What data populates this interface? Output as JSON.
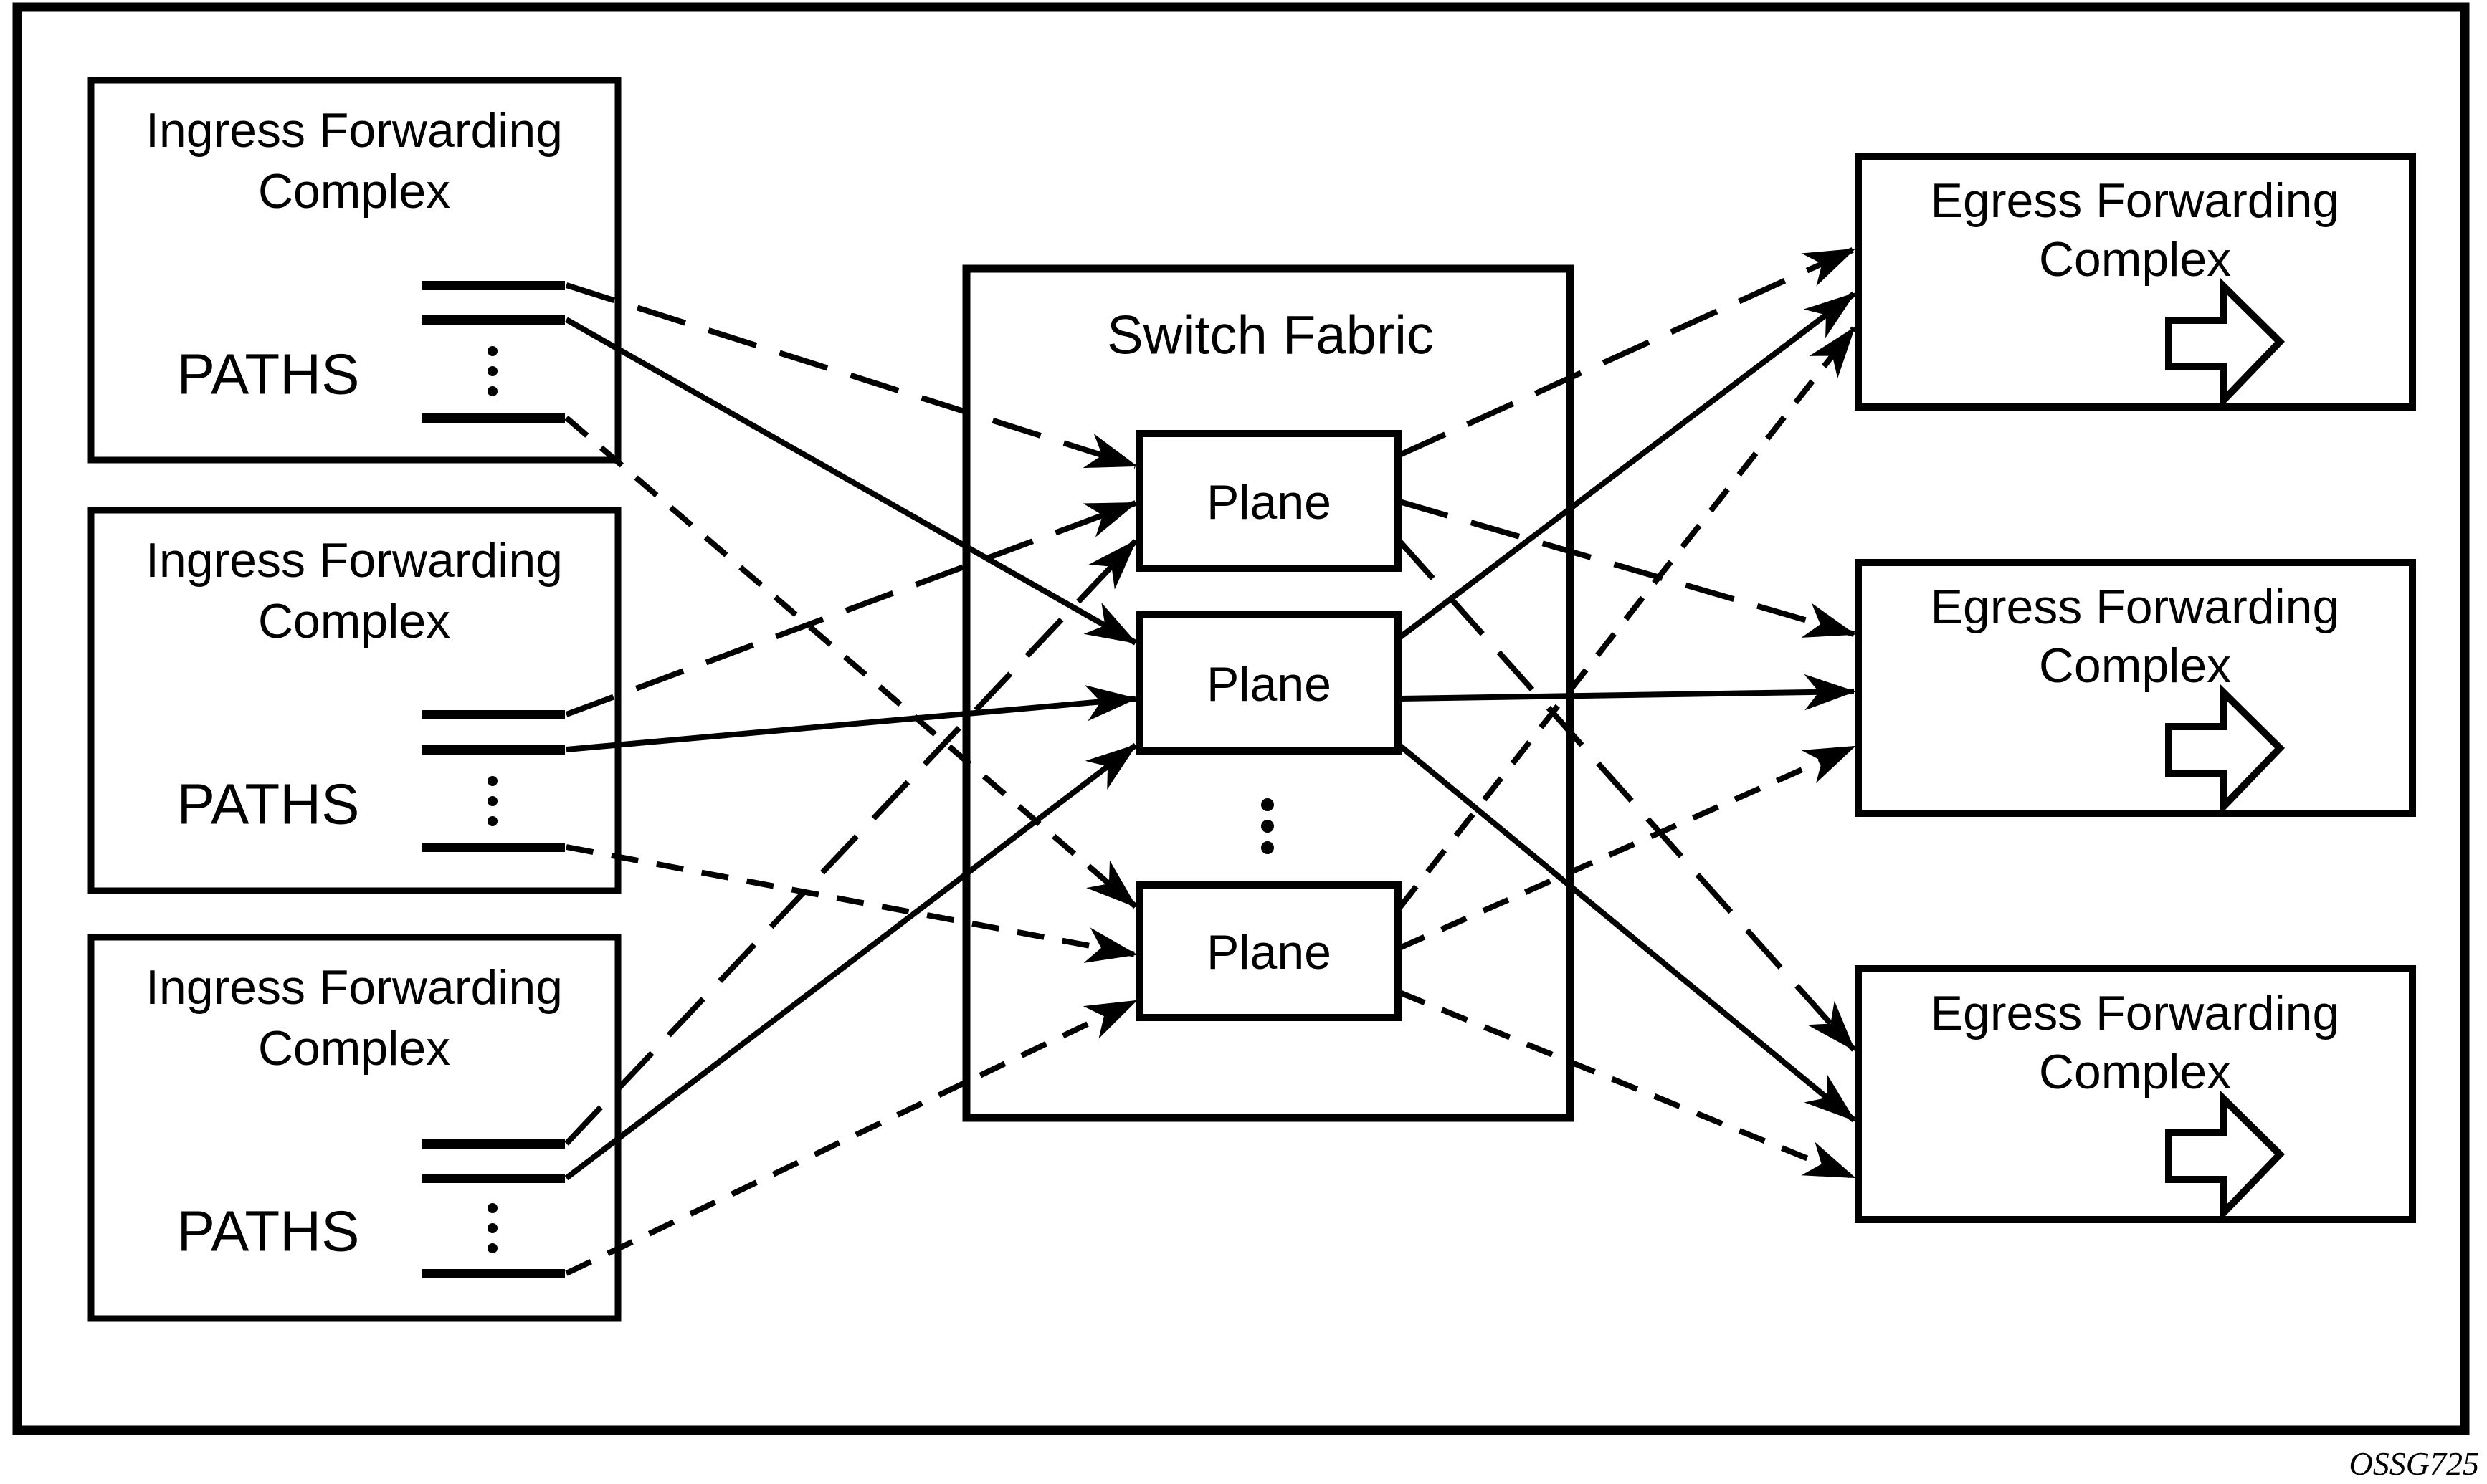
{
  "figure_id": "OSSG725",
  "colors": {
    "ink": "#000000",
    "background": "#ffffff"
  },
  "ingress_boxes": [
    {
      "title_line1": "Ingress Forwarding",
      "title_line2": "Complex",
      "paths_label": "PATHS"
    },
    {
      "title_line1": "Ingress Forwarding",
      "title_line2": "Complex",
      "paths_label": "PATHS"
    },
    {
      "title_line1": "Ingress Forwarding",
      "title_line2": "Complex",
      "paths_label": "PATHS"
    }
  ],
  "switch_fabric": {
    "title": "Switch Fabric",
    "planes": [
      "Plane",
      "Plane",
      "Plane"
    ]
  },
  "egress_boxes": [
    {
      "title_line1": "Egress Forwarding",
      "title_line2": "Complex"
    },
    {
      "title_line1": "Egress Forwarding",
      "title_line2": "Complex"
    },
    {
      "title_line1": "Egress Forwarding",
      "title_line2": "Complex"
    }
  ],
  "connections": [
    {
      "from": "ingress-1",
      "to": "plane-1",
      "style": "dashed-long"
    },
    {
      "from": "ingress-1",
      "to": "plane-2",
      "style": "solid"
    },
    {
      "from": "ingress-1",
      "to": "plane-3",
      "style": "dashed-short"
    },
    {
      "from": "ingress-2",
      "to": "plane-1",
      "style": "dashed-long"
    },
    {
      "from": "ingress-2",
      "to": "plane-2",
      "style": "solid"
    },
    {
      "from": "ingress-2",
      "to": "plane-3",
      "style": "dashed-short"
    },
    {
      "from": "ingress-3",
      "to": "plane-1",
      "style": "dashed-long"
    },
    {
      "from": "ingress-3",
      "to": "plane-2",
      "style": "solid"
    },
    {
      "from": "ingress-3",
      "to": "plane-3",
      "style": "dashed-short"
    },
    {
      "from": "plane-1",
      "to": "egress-1",
      "style": "dashed-long"
    },
    {
      "from": "plane-1",
      "to": "egress-2",
      "style": "dashed-long"
    },
    {
      "from": "plane-1",
      "to": "egress-3",
      "style": "dashed-long"
    },
    {
      "from": "plane-2",
      "to": "egress-1",
      "style": "solid"
    },
    {
      "from": "plane-2",
      "to": "egress-2",
      "style": "solid"
    },
    {
      "from": "plane-2",
      "to": "egress-3",
      "style": "solid"
    },
    {
      "from": "plane-3",
      "to": "egress-1",
      "style": "dashed-short"
    },
    {
      "from": "plane-3",
      "to": "egress-2",
      "style": "dashed-short"
    },
    {
      "from": "plane-3",
      "to": "egress-3",
      "style": "dashed-short"
    }
  ]
}
